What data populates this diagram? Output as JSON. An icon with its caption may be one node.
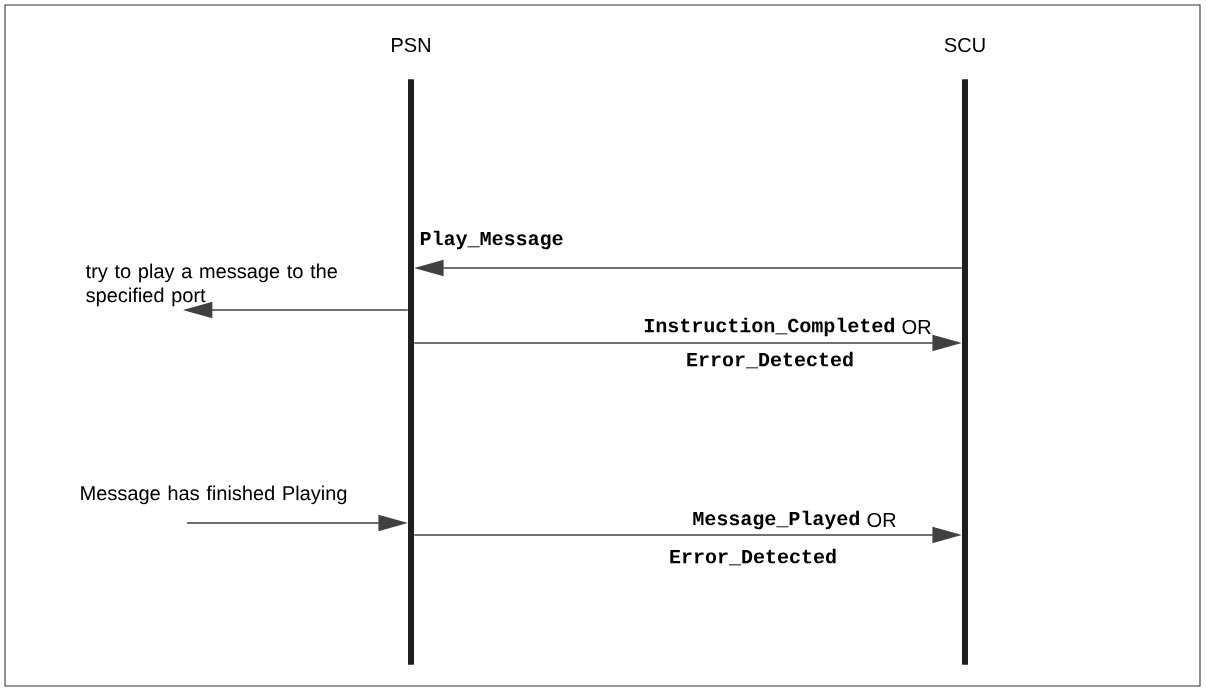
{
  "diagram": {
    "nodes": [
      {
        "text": [
          "PSN"
        ]
      },
      {
        "text": [
          "SCU"
        ]
      }
    ],
    "edges": [
      {
        "from": 1,
        "to": 0,
        "arrow": "to",
        "label": "Play_Message"
      },
      {
        "from": 0,
        "to": null,
        "arrow": "to",
        "label": "try to play a message to the specified port"
      },
      {
        "from": 0,
        "to": 1,
        "arrow": "to",
        "label": "Instruction_Completed"
      },
      {
        "from": null,
        "to": 0,
        "arrow": "to",
        "label": "Message has finished Playing"
      },
      {
        "from": 0,
        "to": 1,
        "arrow": "to",
        "label": "Message_Played"
      }
    ],
    "labels": [
      "OR",
      "Error_Detected",
      "OR",
      "Error_Detected"
    ]
  }
}
